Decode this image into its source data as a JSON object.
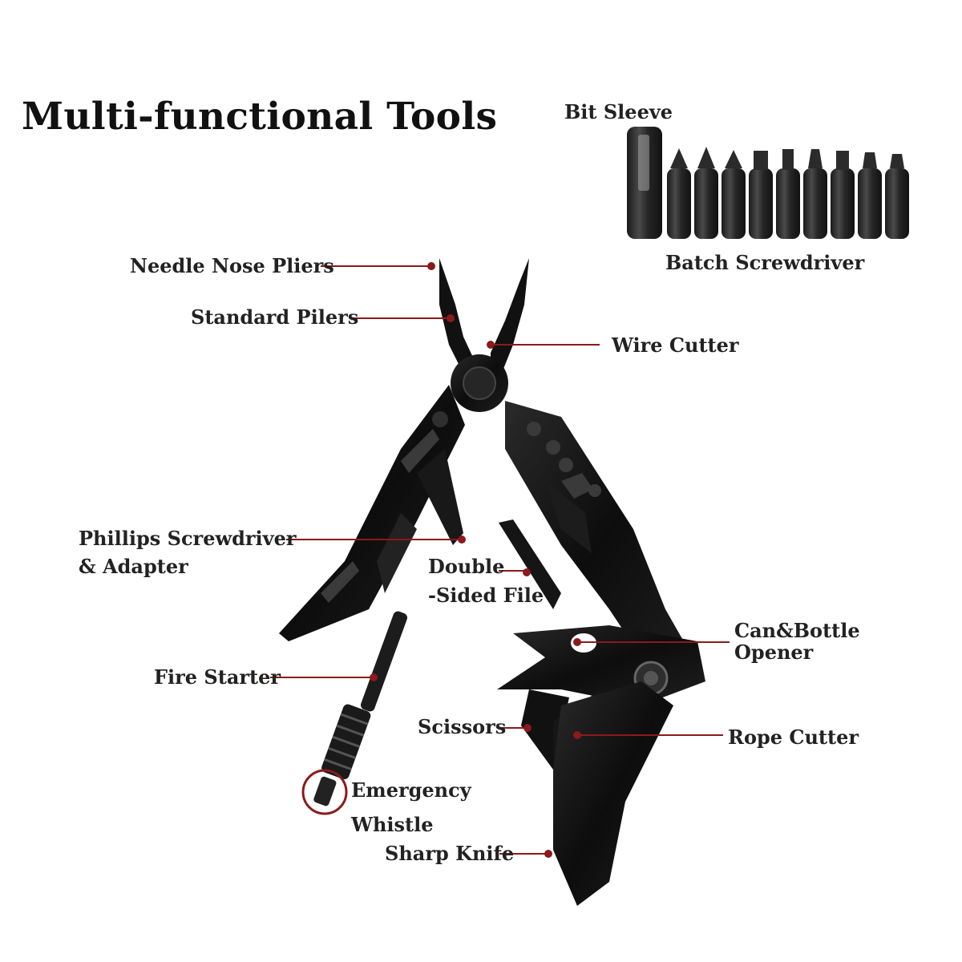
{
  "title": "Multi-functional Tools",
  "labels": {
    "bit_sleeve": "Bit Sleeve",
    "batch_screwdriver": "Batch Screwdriver",
    "needle_nose_pliers": "Needle Nose Pliers",
    "standard_pliers": "Standard Pilers",
    "wire_cutter": "Wire Cutter",
    "phillips_line1": "Phillips Screwdriver",
    "phillips_line2": "& Adapter",
    "file_line1": "Double",
    "file_line2": "-Sided File",
    "opener_line1": "Can&Bottle",
    "opener_line2": "Opener",
    "fire_starter": "Fire Starter",
    "scissors": "Scissors",
    "rope_cutter": "Rope Cutter",
    "whistle_line1": "Emergency",
    "whistle_line2": "Whistle",
    "sharp_knife": "Sharp Knife"
  },
  "colors": {
    "leader_line": "#8b1a1a",
    "tool_body": "#141414",
    "tool_highlight": "#3a3a3a"
  }
}
